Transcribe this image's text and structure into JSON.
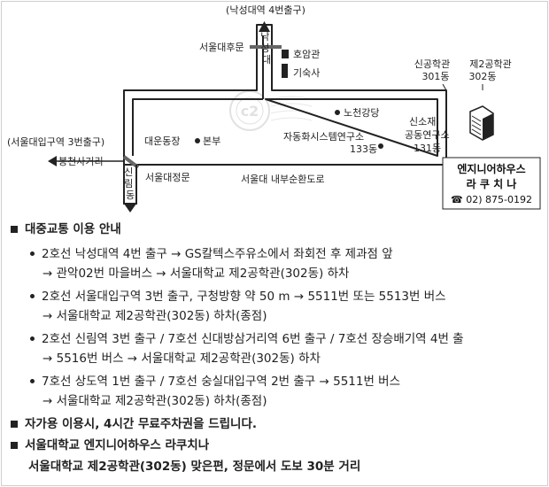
{
  "map": {
    "nakseongdae_exit": "(낙성대역 4번출구)",
    "nakseongdae_road": "낙성대",
    "back_gate": "서울대후문",
    "hoam": "호암관",
    "gisuksa": "기숙사",
    "sin_gonghak1": "신공학관",
    "sin_gonghak1_num": "301동",
    "je2_gonghak": "제2공학관",
    "je2_gonghak_num": "302동",
    "nocheon": "노천강당",
    "daeun": "대운동장",
    "bonbu": "본부",
    "jadonghwa": "자동화시스템연구소",
    "jadonghwa_num": "133동",
    "sinsojae": "신소재",
    "gongdong": "공동연구소",
    "sinsojae_num": "131동",
    "snu_exit": "(서울대입구역 3번출구)",
    "bongcheon": "봉천사거리",
    "sillim_road": "신림동",
    "main_gate": "서울대정문",
    "ring_road": "서울대 내부순환도로",
    "hotel_name1": "엔지니어하우스",
    "hotel_name2": "라 쿠 치 나",
    "hotel_phone": "☎ 02) 875-0192"
  },
  "info": {
    "heading": "대중교통 이용 안내",
    "route1_a": "2호선 낙성대역 4번 출구 → GS칼텍스주유소에서 좌회전 후 제과점 앞",
    "route1_b": "→ 관악02번 마을버스 → 서울대학교 제2공학관(302동) 하차",
    "route2_a": "2호선 서울대입구역 3번 출구, 구청방향 약 50 m → 5511번 또는 5513번 버스",
    "route2_b": "→ 서울대학교 제2공학관(302동) 하차(종점)",
    "route3_a": "2호선 신림역 3번 출구 / 7호선 신대방삼거리역 6번 출구 / 7호선 장승배기역 4번 출",
    "route3_b": "→ 5516번 버스 → 서울대학교 제2공학관(302동) 하차",
    "route4_a": "7호선 상도역 1번 출구 / 7호선 숭실대입구역 2번 출구 → 5511번 버스",
    "route4_b": "→ 서울대학교 제2공학관(302동) 하차(종점)",
    "parking": "자가용 이용시, 4시간 무료주차권을 드립니다.",
    "location_heading": "서울대학교 엔지니어하우스 라쿠치나",
    "location_detail": "서울대학교 제2공학관(302동) 맞은편, 정문에서 도보 30분 거리"
  }
}
